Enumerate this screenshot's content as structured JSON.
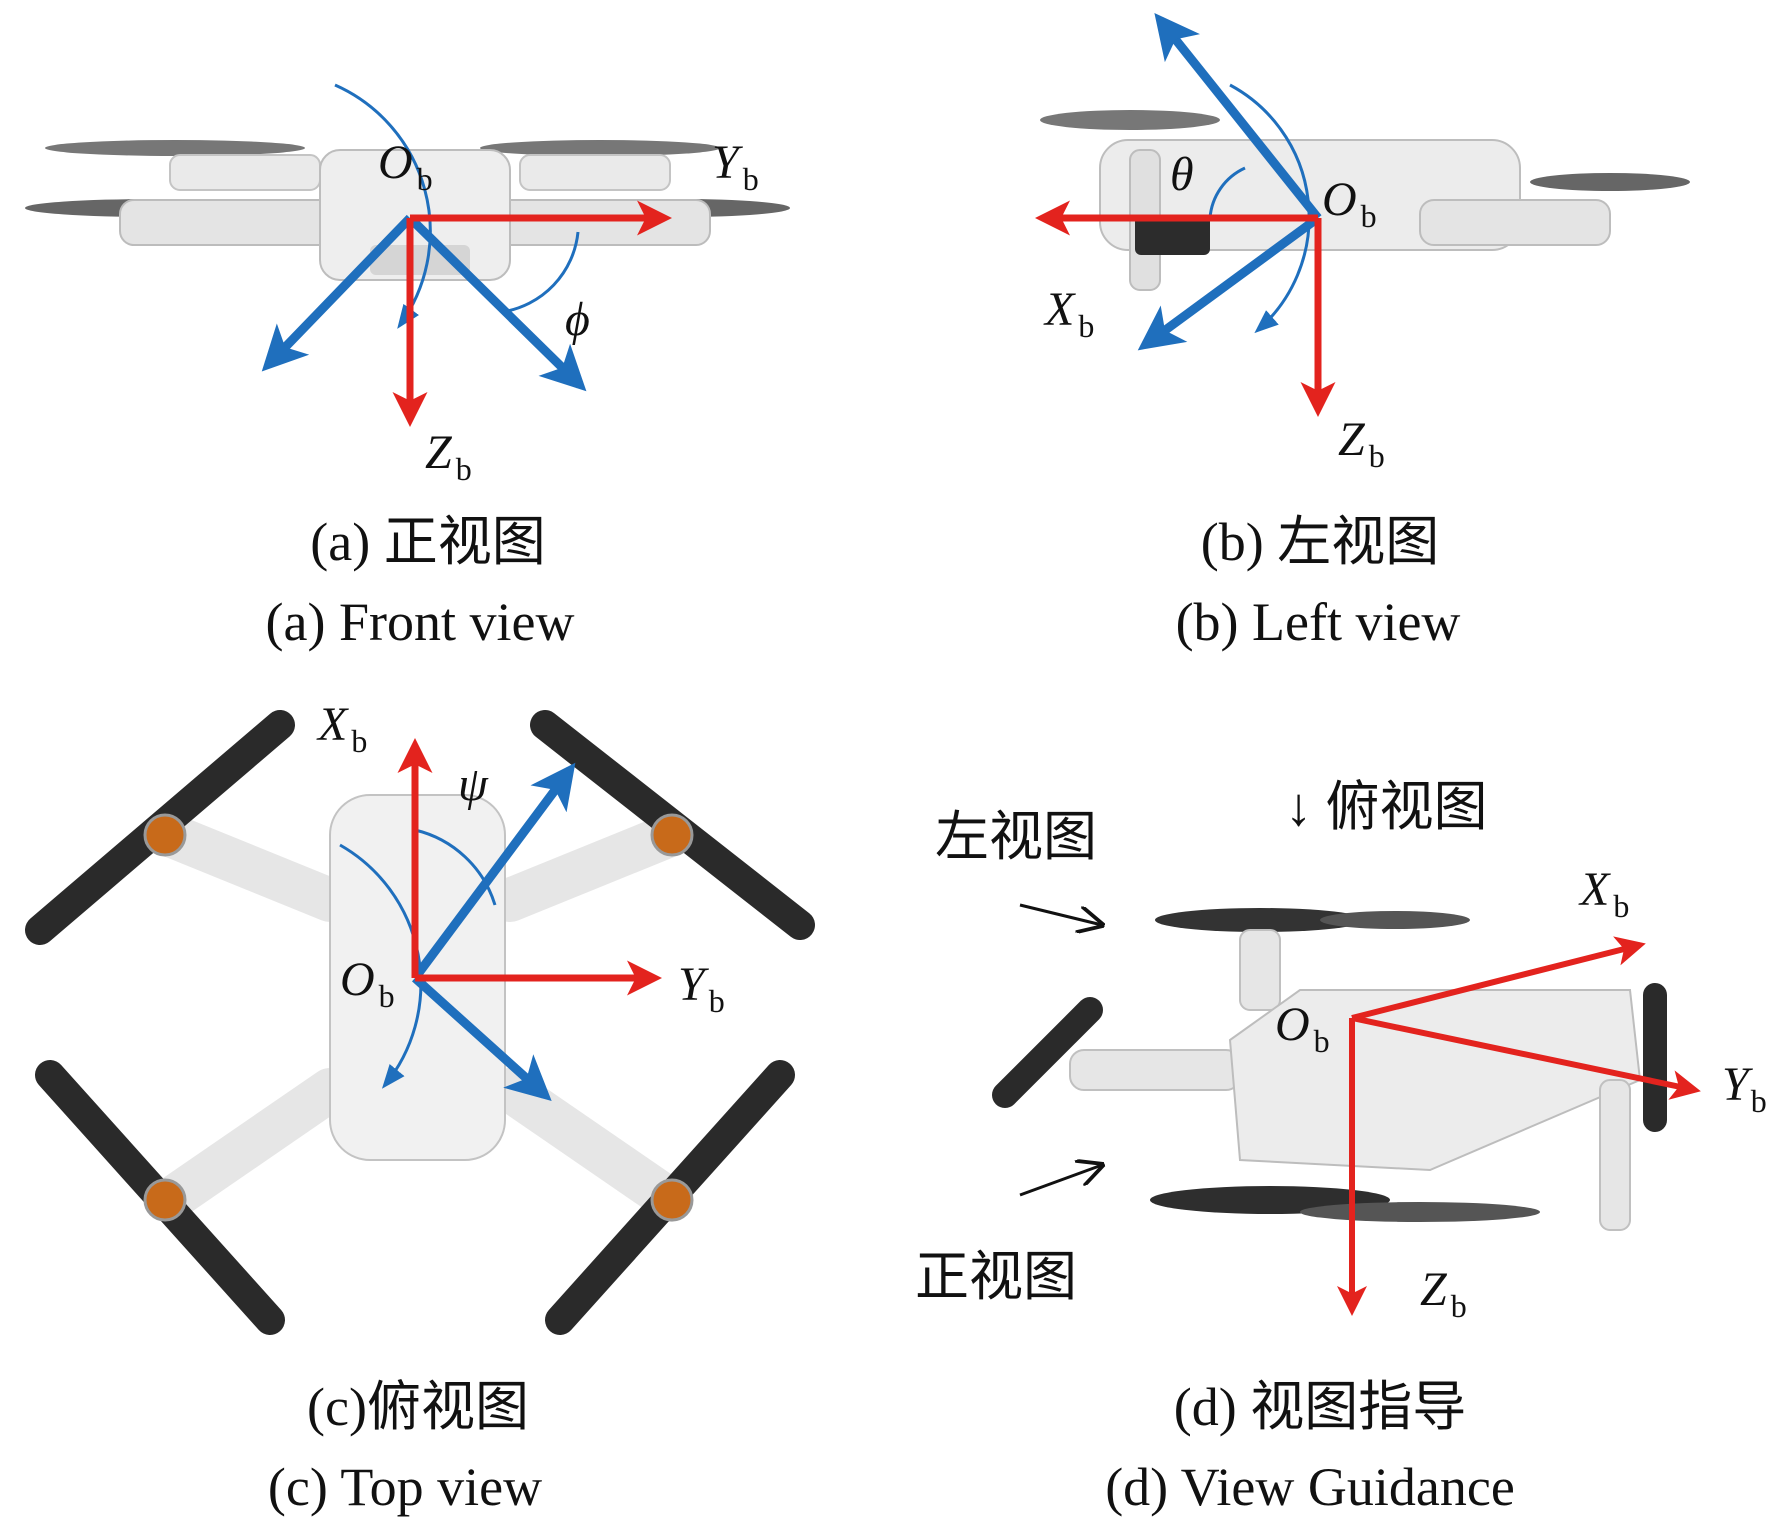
{
  "panels": {
    "front": {
      "caption_zh": "(a) 正视图",
      "caption_en": "(a) Front view",
      "origin": "O",
      "origin_sub": "b",
      "axis_y": "Y",
      "axis_y_sub": "b",
      "axis_z": "Z",
      "axis_z_sub": "b",
      "angle": "ϕ"
    },
    "left": {
      "caption_zh": "(b) 左视图",
      "caption_en": "(b) Left view",
      "origin": "O",
      "origin_sub": "b",
      "axis_x": "X",
      "axis_x_sub": "b",
      "axis_z": "Z",
      "axis_z_sub": "b",
      "angle": "θ"
    },
    "top": {
      "caption_zh": "(c)俯视图",
      "caption_en": "(c) Top view",
      "origin": "O",
      "origin_sub": "b",
      "axis_x": "X",
      "axis_x_sub": "b",
      "axis_y": "Y",
      "axis_y_sub": "b",
      "angle": "ψ"
    },
    "guide": {
      "caption_zh": "(d) 视图指导",
      "caption_en": "(d) View Guidance",
      "origin": "O",
      "origin_sub": "b",
      "axis_x": "X",
      "axis_x_sub": "b",
      "axis_y": "Y",
      "axis_y_sub": "b",
      "axis_z": "Z",
      "axis_z_sub": "b",
      "label_left": "左视图",
      "label_top": "↓ 俯视图",
      "label_front": "正视图"
    }
  },
  "colors": {
    "axis_red": "#e3231e",
    "rotated_blue": "#1f6fbd",
    "body_light": "#eeeeee",
    "body_shade": "#c9c9c9",
    "propeller": "#2a2a2a",
    "prop_tip": "#d8b400",
    "motor": "#c86a1a"
  }
}
